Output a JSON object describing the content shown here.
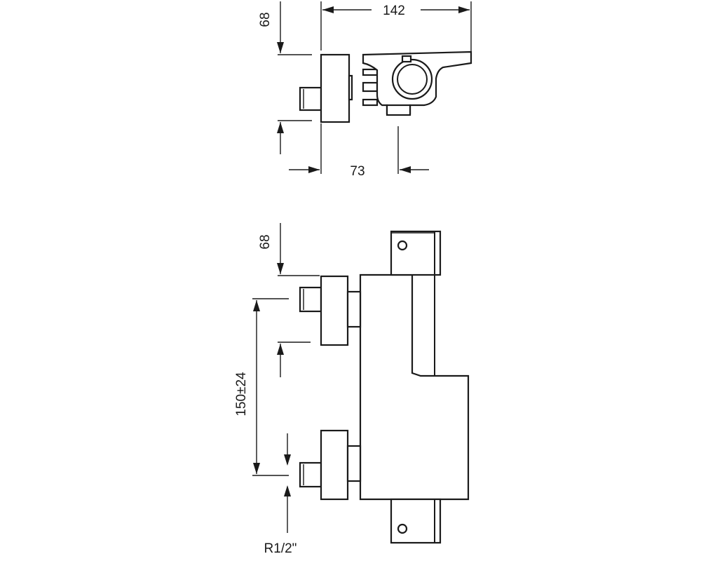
{
  "top_view": {
    "dim_width": "142",
    "dim_depth": "68",
    "dim_offset": "73"
  },
  "front_view": {
    "dim_inlet": "68",
    "dim_center": "150±24",
    "dim_thread": "R1/2\""
  }
}
